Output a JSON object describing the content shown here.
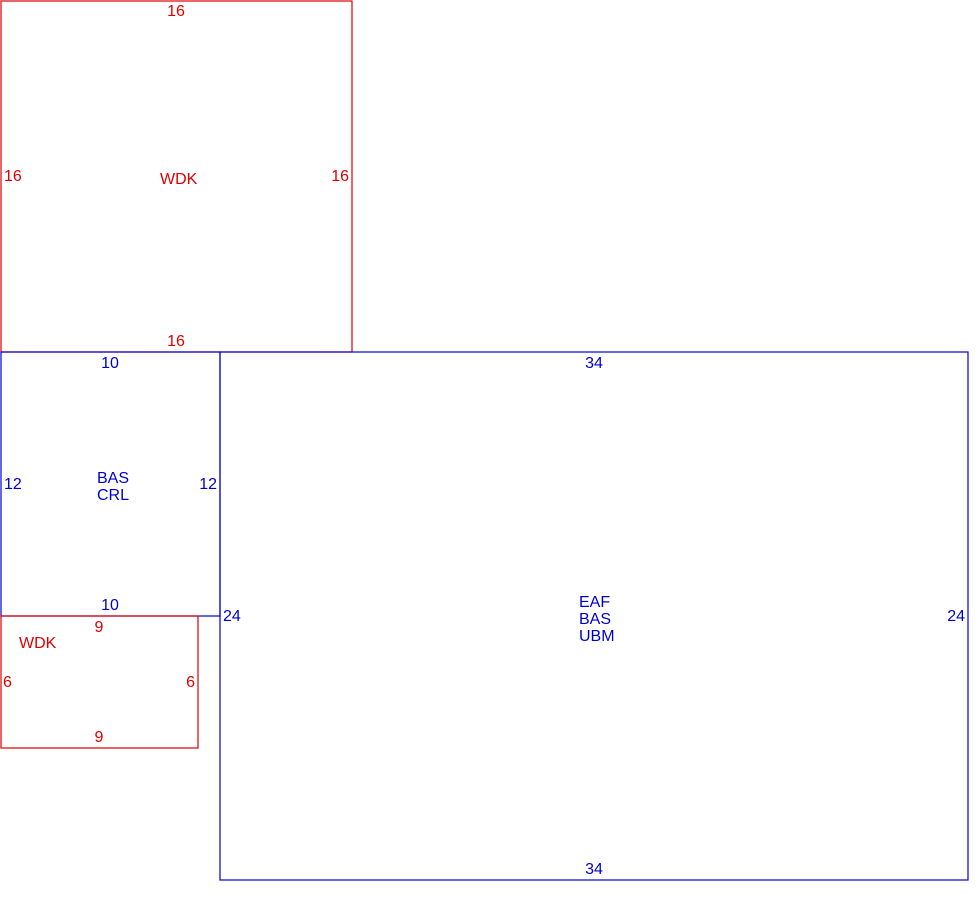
{
  "colors": {
    "red": "#dd0000",
    "blue": "#0000cc"
  },
  "rooms": [
    {
      "id": "room-wdk-large",
      "color": "red",
      "labels": [
        "WDK"
      ],
      "dims": {
        "top": "16",
        "bottom": "16",
        "left": "16",
        "right": "16"
      }
    },
    {
      "id": "room-bas-crl",
      "color": "blue",
      "labels": [
        "BAS",
        "CRL"
      ],
      "dims": {
        "top": "10",
        "bottom": "10",
        "left": "12",
        "right": "12"
      }
    },
    {
      "id": "room-wdk-small",
      "color": "red",
      "labels": [
        "WDK"
      ],
      "dims": {
        "top": "9",
        "bottom": "9",
        "left": "6",
        "right": "6"
      }
    },
    {
      "id": "room-eaf-bas-ubm",
      "color": "blue",
      "labels": [
        "EAF",
        "BAS",
        "UBM"
      ],
      "dims": {
        "top": "34",
        "bottom": "34",
        "left": "24",
        "right": "24"
      }
    }
  ]
}
